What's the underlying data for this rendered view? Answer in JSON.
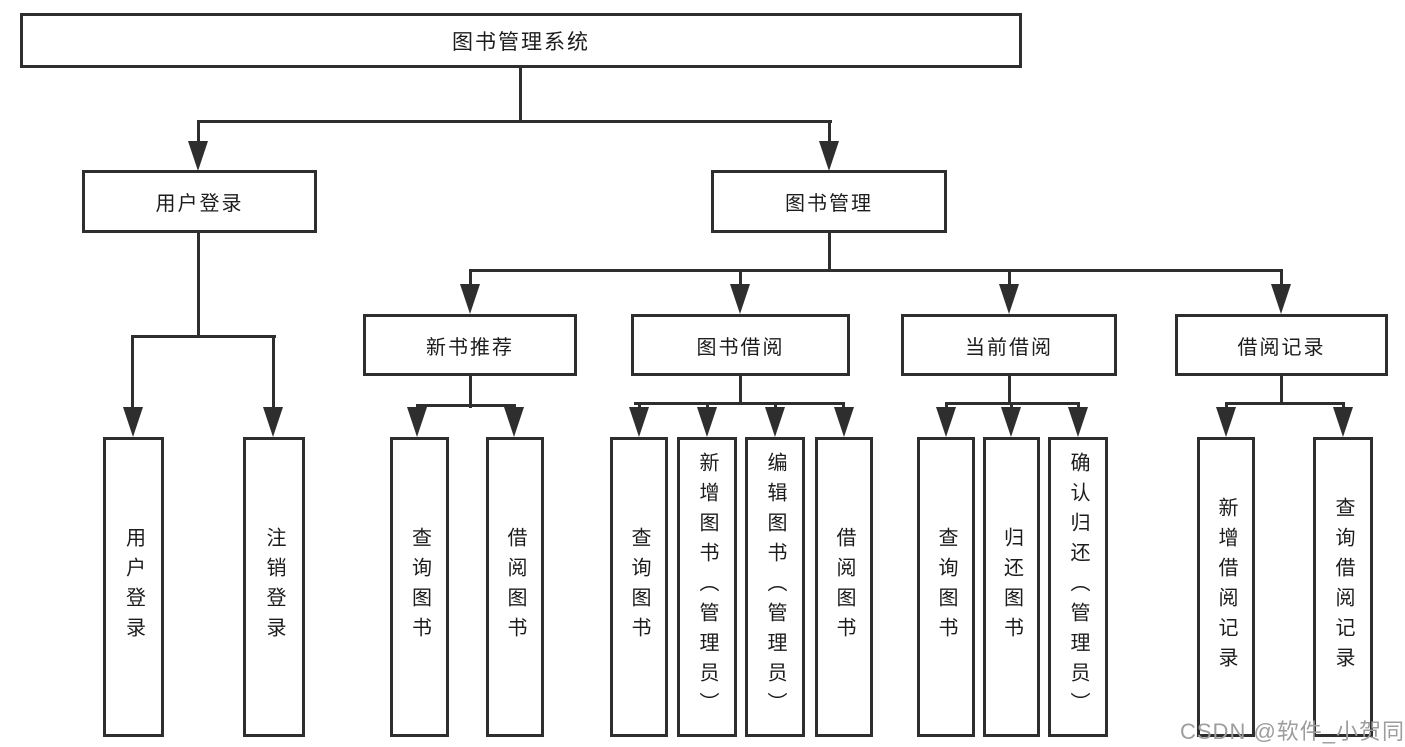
{
  "diagram": {
    "root": {
      "label": "图书管理系统"
    },
    "branches": [
      {
        "label": "用户登录",
        "children": [
          {
            "label": "用户登录"
          },
          {
            "label": "注销登录"
          }
        ]
      },
      {
        "label": "图书管理",
        "children": [
          {
            "label": "新书推荐",
            "children": [
              {
                "label": "查询图书"
              },
              {
                "label": "借阅图书"
              }
            ]
          },
          {
            "label": "图书借阅",
            "children": [
              {
                "label": "查询图书"
              },
              {
                "label": "新增图书（管理员）"
              },
              {
                "label": "编辑图书（管理员）"
              },
              {
                "label": "借阅图书"
              }
            ]
          },
          {
            "label": "当前借阅",
            "children": [
              {
                "label": "查询图书"
              },
              {
                "label": "归还图书"
              },
              {
                "label": "确认归还（管理员）"
              }
            ]
          },
          {
            "label": "借阅记录",
            "children": [
              {
                "label": "新增借阅记录"
              },
              {
                "label": "查询借阅记录"
              }
            ]
          }
        ]
      }
    ],
    "watermark": "CSDN @软件_小贺同学",
    "colors": {
      "line": "#2e2e2e",
      "text": "#1c1c1c",
      "watermark": "#9d9d9d",
      "background": "#ffffff"
    }
  }
}
